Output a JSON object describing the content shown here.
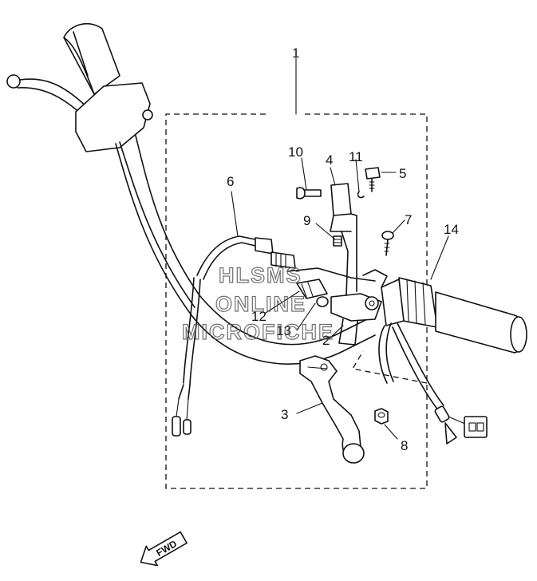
{
  "callouts": [
    "1",
    "2",
    "3",
    "4",
    "5",
    "6",
    "7",
    "8",
    "9",
    "10",
    "11",
    "12",
    "13",
    "14"
  ],
  "watermark": [
    "HLSMS",
    "ONLINE",
    "MICROFICHE"
  ],
  "direction_label": "FWD"
}
